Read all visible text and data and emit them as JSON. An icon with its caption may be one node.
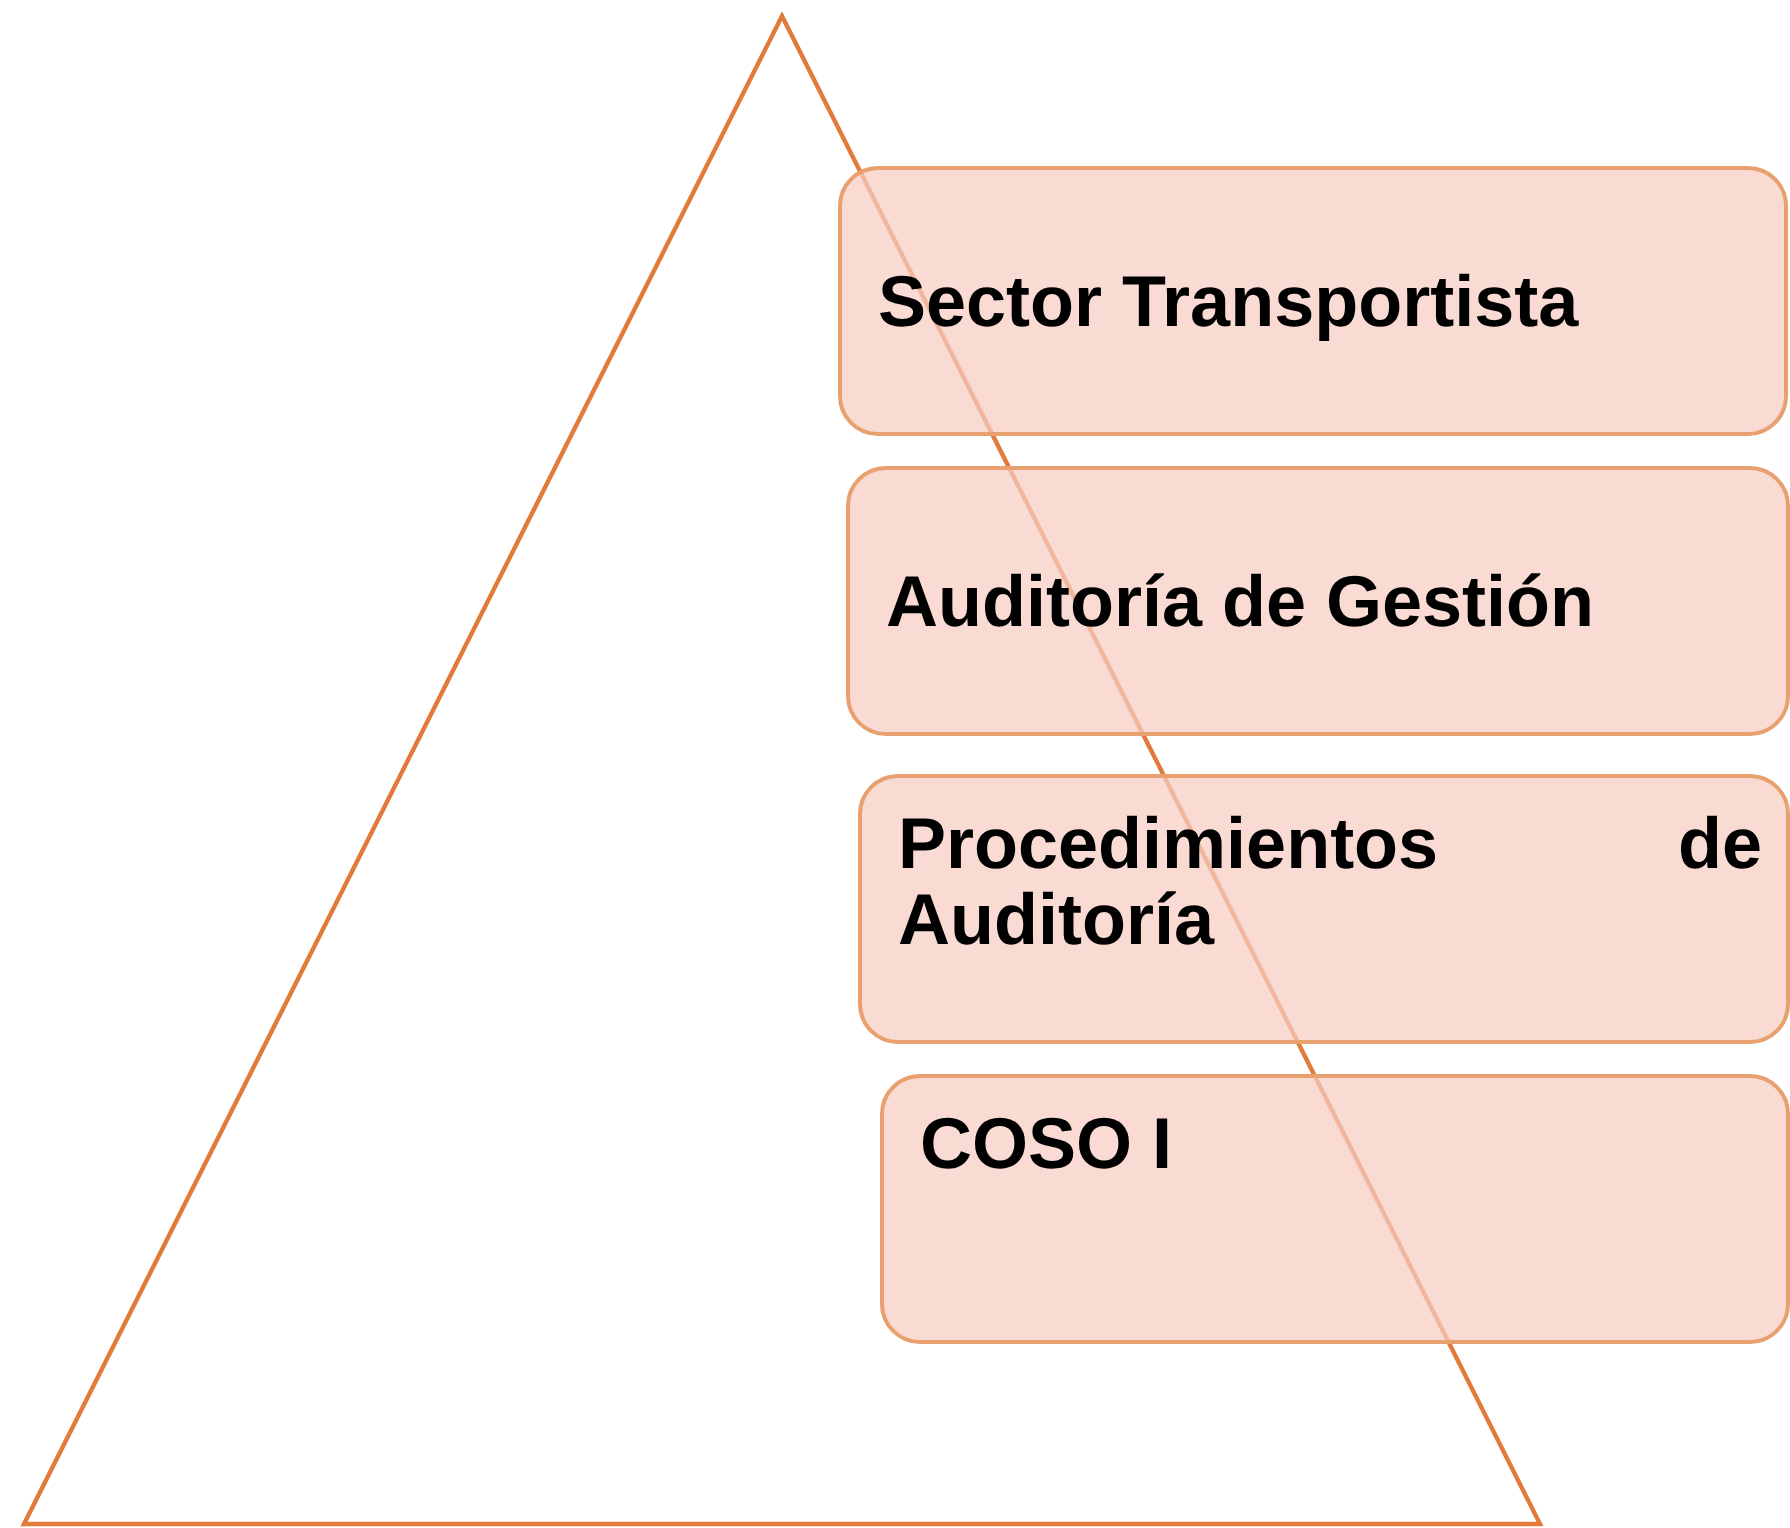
{
  "diagram": {
    "nodes": [
      {
        "text": [],
        "shape": "triangle"
      },
      {
        "text": [
          "Sector Transportista"
        ]
      },
      {
        "text": [
          "Auditoría de Gestión"
        ]
      },
      {
        "text": [
          "Procedimientos de Auditoría"
        ]
      },
      {
        "text": [
          "COSO I"
        ]
      }
    ]
  }
}
